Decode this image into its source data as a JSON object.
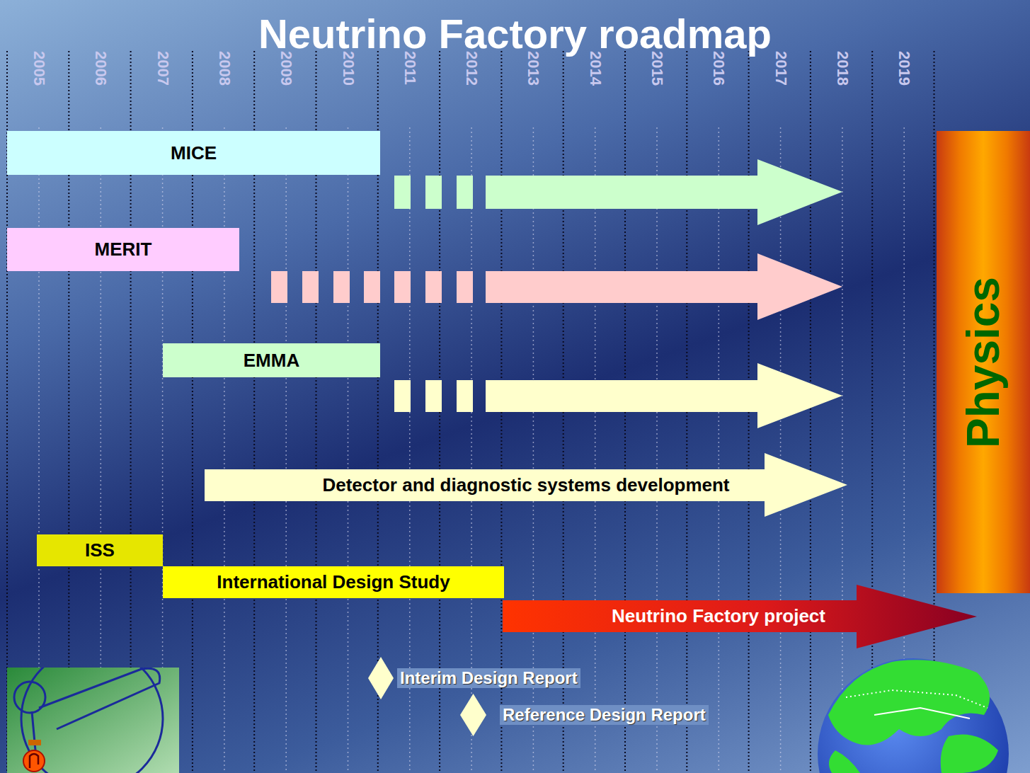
{
  "diagram": {
    "title": "Neutrino Factory roadmap",
    "nodes": [
      {
        "text": [
          "MICE"
        ]
      },
      {
        "text": [
          "MERIT"
        ]
      },
      {
        "text": [
          "EMMA"
        ]
      },
      {
        "text": [
          "Detector and diagnostic systems development"
        ]
      },
      {
        "text": [
          "ISS"
        ]
      },
      {
        "text": [
          "International Design Study"
        ]
      },
      {
        "text": [
          "Neutrino Factory project"
        ]
      },
      {
        "text": [
          "Physics"
        ]
      },
      {
        "text": [
          "Interim Design Report"
        ]
      },
      {
        "text": [
          "Reference Design Report"
        ]
      }
    ],
    "labels": [
      "2005",
      "2006",
      "2007",
      "2008",
      "2009",
      "2010",
      "2011",
      "2012",
      "2013",
      "2014",
      "2015",
      "2016",
      "2017",
      "2018",
      "2019"
    ]
  }
}
